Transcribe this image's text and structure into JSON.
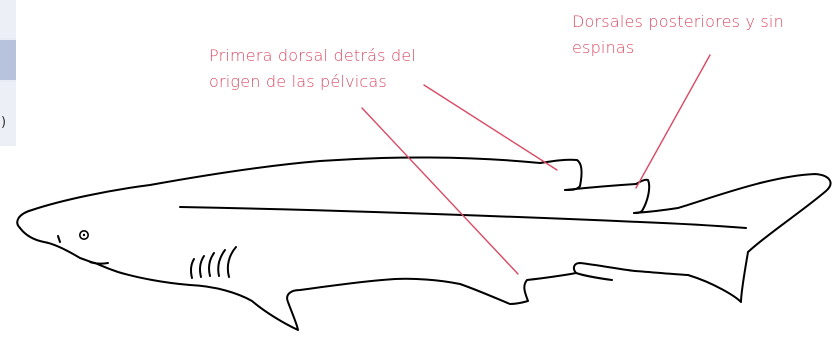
{
  "labels": {
    "first_dorsal": {
      "line1": "Primera dorsal detrás del",
      "line2": "origen de las pélvicas"
    },
    "posterior_dorsals": {
      "line1": "Dorsales posteriores y sin",
      "line2": "espinas"
    }
  },
  "side_panel": {
    "glyph": ")"
  },
  "colors": {
    "accent": "#d94a63",
    "outline": "#000000",
    "panel": "#e8ebf3",
    "panel_active": "#b7c2dc"
  }
}
